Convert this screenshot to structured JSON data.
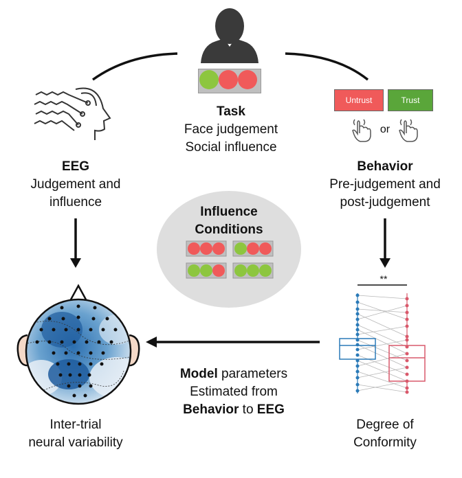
{
  "task": {
    "title": "Task",
    "line1": "Face judgement",
    "line2": "Social influence"
  },
  "eeg": {
    "title": "EEG",
    "line1": "Judgement and",
    "line2": "influence"
  },
  "behavior": {
    "title": "Behavior",
    "line1": "Pre-judgement and",
    "line2": "post-judgement",
    "untrust_label": "Untrust",
    "trust_label": "Trust",
    "or_label": "or"
  },
  "influence": {
    "line1": "Influence",
    "line2": "Conditions"
  },
  "model": {
    "part1": "Model",
    "part2": " parameters",
    "line2": "Estimated from",
    "part3": "Behavior",
    "part4": " to ",
    "part5": "EEG"
  },
  "variability": {
    "line1": "Inter-trial",
    "line2": "neural variability"
  },
  "conformity": {
    "line1": "Degree of",
    "line2": "Conformity",
    "significance": "**"
  },
  "colors": {
    "red": "#f05a5a",
    "green": "#8dc63f",
    "blue_series": "#2a7ab8",
    "red_series": "#d9596b",
    "circle_bg": "#dedede"
  }
}
